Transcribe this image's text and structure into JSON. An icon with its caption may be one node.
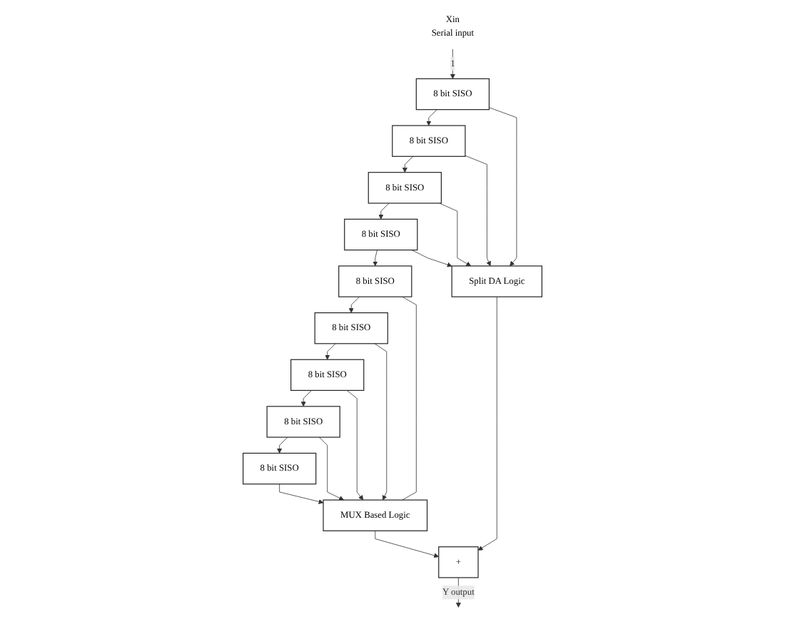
{
  "diagram": {
    "nodes": [
      {
        "text": [
          "8 bit SISO"
        ]
      },
      {
        "text": [
          "8 bit SISO"
        ]
      },
      {
        "text": [
          "8 bit SISO"
        ]
      },
      {
        "text": [
          "8 bit SISO"
        ]
      },
      {
        "text": [
          "8 bit SISO"
        ]
      },
      {
        "text": [
          "8 bit SISO"
        ]
      },
      {
        "text": [
          "8 bit SISO"
        ]
      },
      {
        "text": [
          "8 bit SISO"
        ]
      },
      {
        "text": [
          "8 bit SISO"
        ]
      },
      {
        "text": [
          "MUX Based Logic"
        ]
      },
      {
        "text": [
          "Split DA Logic"
        ]
      },
      {
        "text": [
          "+"
        ]
      },
      {
        "text": [
          "Xin",
          "Serial input"
        ]
      }
    ],
    "edges": [
      {
        "from": 12,
        "to": 8,
        "arrow": "to",
        "label": "1"
      },
      {
        "from": 8,
        "to": 7,
        "arrow": "to"
      },
      {
        "from": 7,
        "to": 6,
        "arrow": "to"
      },
      {
        "from": 6,
        "to": 5,
        "arrow": "to"
      },
      {
        "from": 5,
        "to": 4,
        "arrow": "to"
      },
      {
        "from": 4,
        "to": 3,
        "arrow": "to"
      },
      {
        "from": 3,
        "to": 2,
        "arrow": "to"
      },
      {
        "from": 2,
        "to": 1,
        "arrow": "to"
      },
      {
        "from": 1,
        "to": 0,
        "arrow": "to"
      },
      {
        "from": 0,
        "to": 9,
        "arrow": "to"
      },
      {
        "from": 1,
        "to": 9,
        "arrow": "to"
      },
      {
        "from": 2,
        "to": 9,
        "arrow": "to"
      },
      {
        "from": 3,
        "to": 9,
        "arrow": "to"
      },
      {
        "from": 4,
        "to": 9,
        "arrow": "none"
      },
      {
        "from": 5,
        "to": 10,
        "arrow": "to"
      },
      {
        "from": 6,
        "to": 10,
        "arrow": "to"
      },
      {
        "from": 7,
        "to": 10,
        "arrow": "to"
      },
      {
        "from": 8,
        "to": 10,
        "arrow": "to"
      },
      {
        "from": 9,
        "to": 11,
        "arrow": "to"
      },
      {
        "from": 10,
        "to": 11,
        "arrow": "to"
      },
      {
        "from": 11,
        "to": null,
        "arrow": "to",
        "label": "Y output"
      }
    ]
  }
}
